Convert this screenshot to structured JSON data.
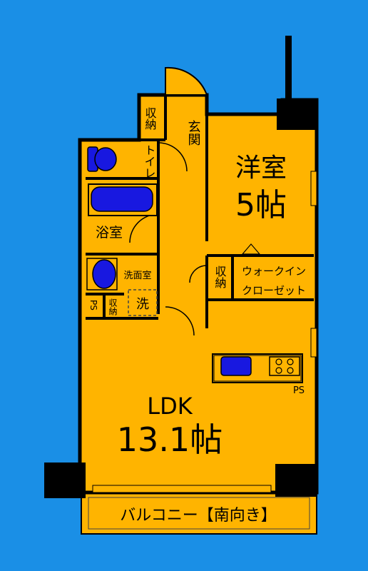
{
  "colors": {
    "background": "#1a8fe6",
    "floor": "#ffb400",
    "wall": "#000000",
    "fixture_blue": "#1818e0",
    "dashed": "#555555"
  },
  "rooms": {
    "western_room": {
      "name": "洋室",
      "size": "5帖"
    },
    "ldk": {
      "name": "LDK",
      "size": "13.1帖"
    },
    "entrance": "玄関",
    "storage_entrance": "収納",
    "toilet": "トイレ",
    "bathroom": "浴室",
    "washroom": "洗面室",
    "washer": "洗",
    "ps_left": "PS",
    "storage_wash": "収納",
    "storage_closet": "収納",
    "walk_in_closet": [
      "ウォークイン",
      "クローゼット"
    ],
    "ps_kitchen": "PS",
    "balcony": "バルコニー【南向き】"
  }
}
